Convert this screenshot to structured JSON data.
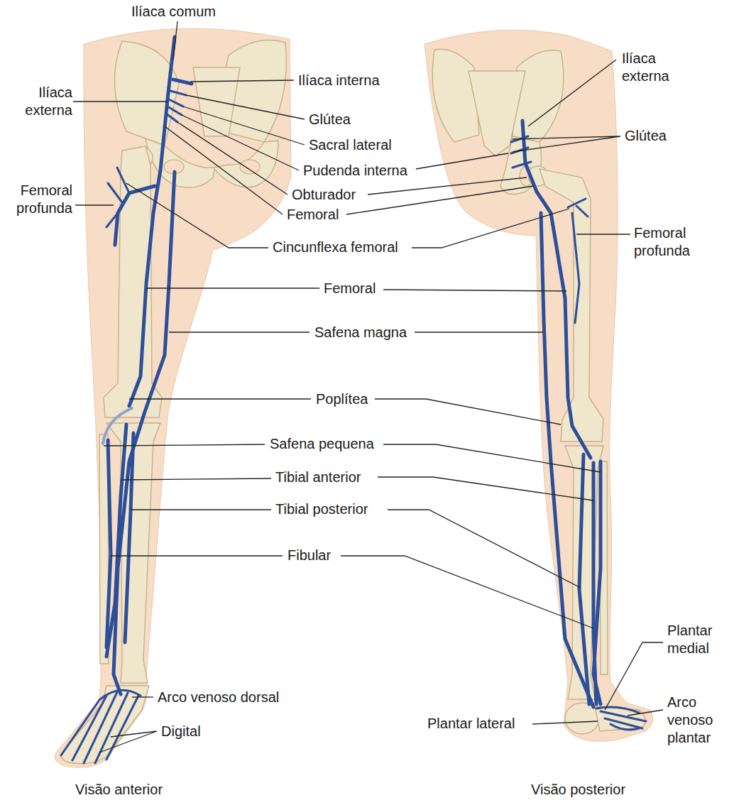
{
  "diagram": {
    "labels": [
      "Ilíaca comum",
      "Ilíaca interna",
      "Ilíaca externa",
      "Glútea",
      "Sacral lateral",
      "Femoral profunda",
      "Pudenda interna",
      "Obturador",
      "Femoral",
      "Cincunflexa femoral",
      "Femoral",
      "Safena magna",
      "Poplítea",
      "Safena pequena",
      "Tibial anterior",
      "Tibial posterior",
      "Fibular",
      "Arco venoso dorsal",
      "Digital",
      "Ilíaca externa",
      "Glútea",
      "Femoral profunda",
      "Plantar medial",
      "Arco venoso plantar",
      "Plantar lateral",
      "Visão anterior",
      "Visão posterior"
    ]
  }
}
